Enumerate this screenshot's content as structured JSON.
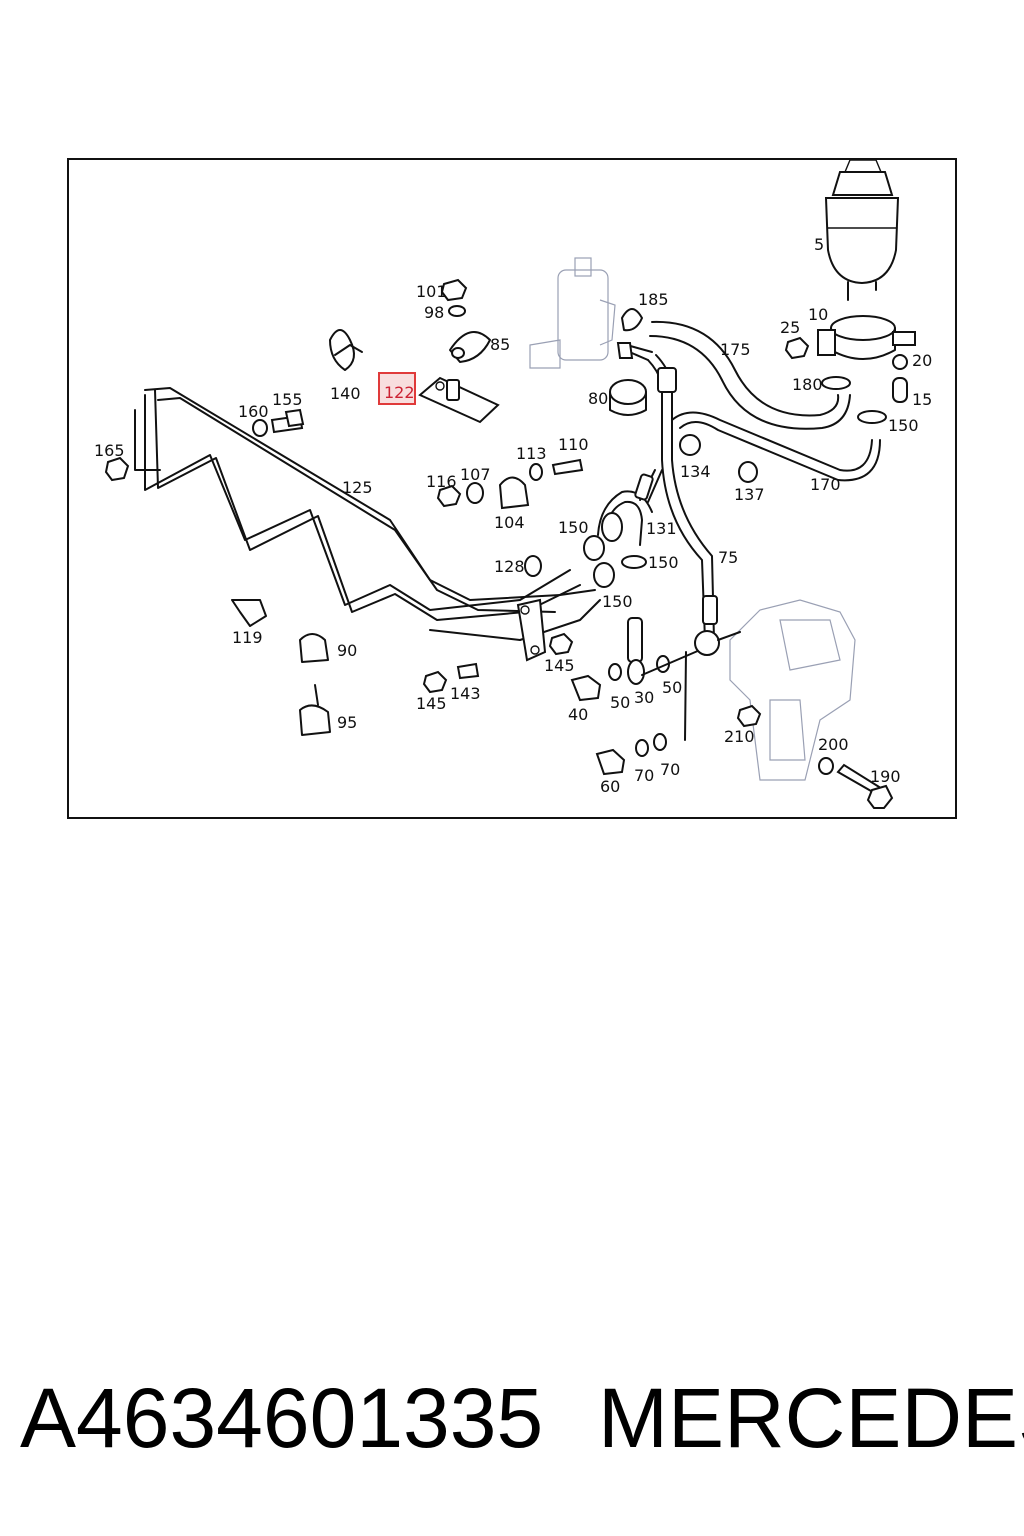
{
  "diagram": {
    "highlighted": "122",
    "labels": [
      "5",
      "10",
      "25",
      "20",
      "15",
      "150",
      "170",
      "175",
      "180",
      "185",
      "101",
      "98",
      "85",
      "140",
      "122",
      "160",
      "155",
      "165",
      "125",
      "116",
      "107",
      "113",
      "110",
      "104",
      "80",
      "134",
      "137",
      "131",
      "150",
      "150",
      "150",
      "128",
      "75",
      "119",
      "90",
      "95",
      "145",
      "143",
      "145",
      "40",
      "50",
      "30",
      "50",
      "60",
      "70",
      "70",
      "210",
      "200",
      "190"
    ]
  },
  "footer": {
    "part_number": "A4634601335",
    "brand": "MERCEDES"
  },
  "colors": {
    "highlight": "#e03a3a",
    "line": "#111111"
  }
}
